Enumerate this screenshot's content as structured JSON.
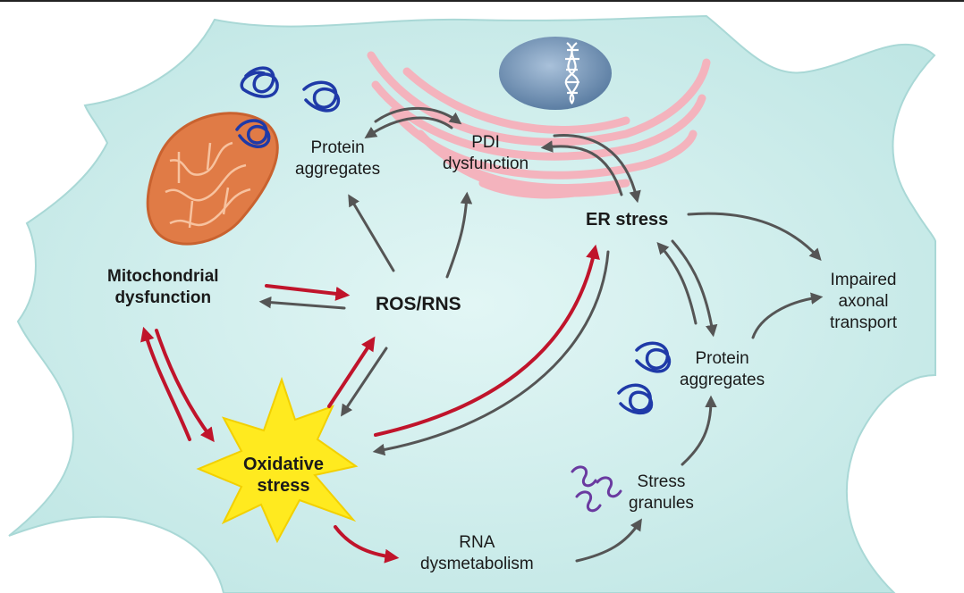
{
  "labels": {
    "protein_aggregates_top": [
      "Protein",
      "aggregates"
    ],
    "pdi_dysfunction": [
      "PDI",
      "dysfunction"
    ],
    "er_stress": "ER stress",
    "mitochondrial_dysfunction": [
      "Mitochondrial",
      "dysfunction"
    ],
    "ros_rns": "ROS/RNS",
    "impaired_axonal_transport": [
      "Impaired",
      "axonal",
      "transport"
    ],
    "protein_aggregates_right": [
      "Protein",
      "aggregates"
    ],
    "oxidative_stress": [
      "Oxidative",
      "stress"
    ],
    "stress_granules": [
      "Stress",
      "granules"
    ],
    "rna_dysmetabolism": [
      "RNA",
      "dysmetabolism"
    ]
  },
  "colors": {
    "cell_fill": "#c9ecea",
    "cell_stroke": "#a9d8d6",
    "arrow_red": "#c0142b",
    "arrow_gray": "#555555",
    "er_pink": "#f4b3bd",
    "nucleus": "#6f8fb1",
    "mitochondrion": "#e07b46",
    "starburst": "#ffea1f",
    "aggregate_blue": "#1f3aa8",
    "granule_purple": "#6a3aa0"
  },
  "icons": [
    "dna-icon",
    "mitochondrion-icon",
    "protein-aggregate-icon",
    "stress-granule-icon",
    "starburst-icon",
    "nucleus-icon",
    "er-membrane-icon"
  ]
}
